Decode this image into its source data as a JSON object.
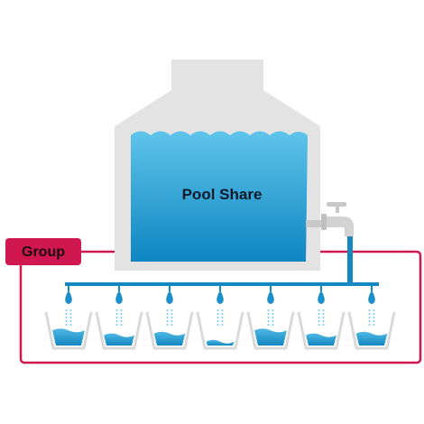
{
  "diagram": {
    "tank_label": "Pool Share",
    "group_label": "Group",
    "cup_count": 7,
    "cup_fill_levels": [
      0.55,
      0.4,
      0.45,
      0.2,
      0.55,
      0.4,
      0.45
    ],
    "colors": {
      "tank_gray": "#e3e3e3",
      "water_top": "#5ec4ea",
      "water_bottom": "#0f86c2",
      "pipe_blue": "#1487c0",
      "drop_blue": "#1b8fca",
      "group_red": "#d0174f",
      "faucet_gray": "#c8c8c8",
      "cup_outline": "#d9d9d9"
    }
  }
}
